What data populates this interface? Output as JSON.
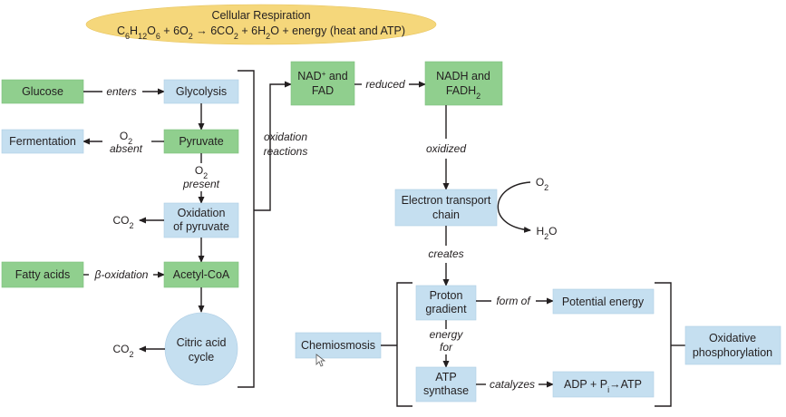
{
  "banner": {
    "title": "Cellular Respiration",
    "equation": "C6H12O6 + 6O2 → 6CO2 + 6H2O + energy (heat and ATP)"
  },
  "nodes": {
    "glucose": "Glucose",
    "glycolysis": "Glycolysis",
    "pyruvate": "Pyruvate",
    "fermentation": "Fermentation",
    "oxidation_pyruvate": [
      "Oxidation",
      "of pyruvate"
    ],
    "fatty_acids": "Fatty acids",
    "acetyl_coa": "Acetyl-CoA",
    "citric_acid_cycle": [
      "Citric acid",
      "cycle"
    ],
    "nad_fad": [
      "NAD+ and",
      "FAD"
    ],
    "nadh_fadh2": [
      "NADH and",
      "FADH2"
    ],
    "etc": [
      "Electron transport",
      "chain"
    ],
    "proton_gradient": [
      "Proton",
      "gradient"
    ],
    "potential_energy": "Potential energy",
    "chemiosmosis": "Chemiosmosis",
    "atp_synthase": [
      "ATP",
      "synthase"
    ],
    "adp_atp": "ADP + Pi→ATP",
    "oxidative_phosphorylation": [
      "Oxidative",
      "phosphorylation"
    ]
  },
  "labels": {
    "enters": "enters",
    "o2_absent": [
      "O2",
      "absent"
    ],
    "o2_present": [
      "O2",
      "present"
    ],
    "co2_top": "CO2",
    "co2_bottom": "CO2",
    "beta_oxidation": "β-oxidation",
    "oxidation_reactions": [
      "oxidation",
      "reactions"
    ],
    "reduced": "reduced",
    "oxidized": "oxidized",
    "o2_etc": "O2",
    "h2o_etc": "H2O",
    "creates": "creates",
    "form_of": "form of",
    "energy_for": [
      "energy",
      "for"
    ],
    "catalyzes": "catalyzes"
  },
  "colors": {
    "green_box": "#90cf8e",
    "blue_box": "#c5dff0",
    "banner_fill": "#f5d77b"
  }
}
